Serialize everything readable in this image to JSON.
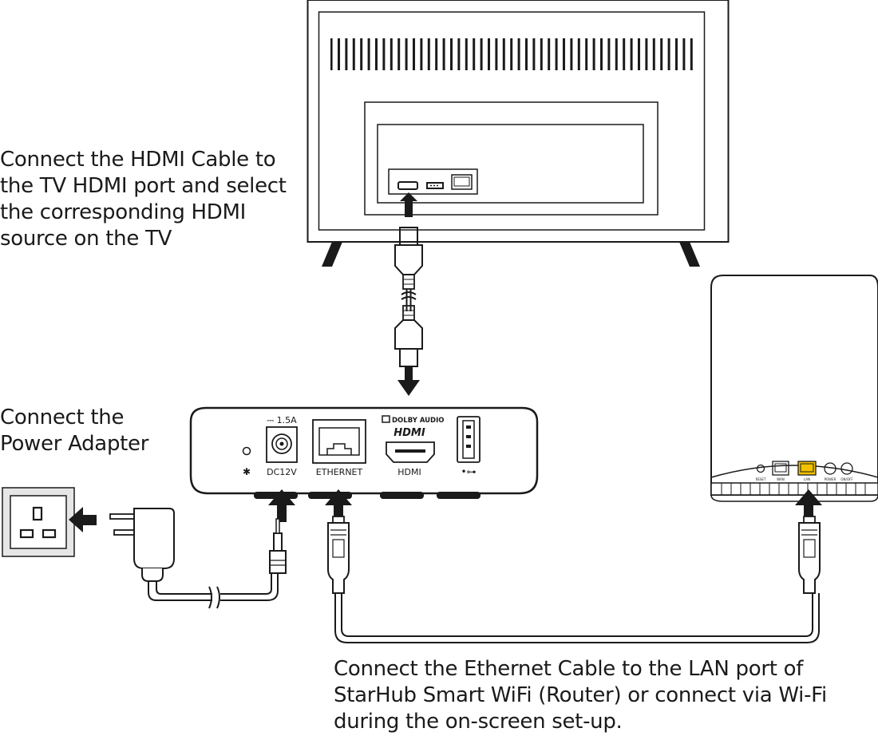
{
  "captions": {
    "hdmi": [
      "Connect the HDMI Cable to",
      "the TV HDMI port and select",
      "the corresponding HDMI",
      "source on the TV"
    ],
    "power": [
      "Connect the",
      "Power Adapter"
    ],
    "ethernet": [
      "Connect the Ethernet Cable to the LAN port of",
      "StarHub Smart WiFi (Router) or connect via Wi-Fi",
      "during the on-screen set-up."
    ]
  },
  "set_top_box": {
    "power_rating": "⎓ 1.5A",
    "dolby_label": "DOLBY AUDIO",
    "hdmi_logo": "HDMI",
    "port_labels": {
      "bluetooth": "✱",
      "dc": "DC12V",
      "ethernet": "ETHERNET",
      "hdmi": "HDMI",
      "usb": "•⊶"
    }
  },
  "router": {
    "port_labels": [
      "RESET",
      "WAN",
      "LAN",
      "POWER",
      "ON/OFF"
    ]
  },
  "colors": {
    "ink": "#1a1a1a",
    "lan_port": "#f2c200",
    "outlet_panel": "#e6e6e6"
  },
  "icons": [
    "tv",
    "set-top-box",
    "router",
    "wall-socket",
    "power-adapter",
    "hdmi-cable",
    "ethernet-cable",
    "arrow-up",
    "arrow-down",
    "arrow-left"
  ]
}
